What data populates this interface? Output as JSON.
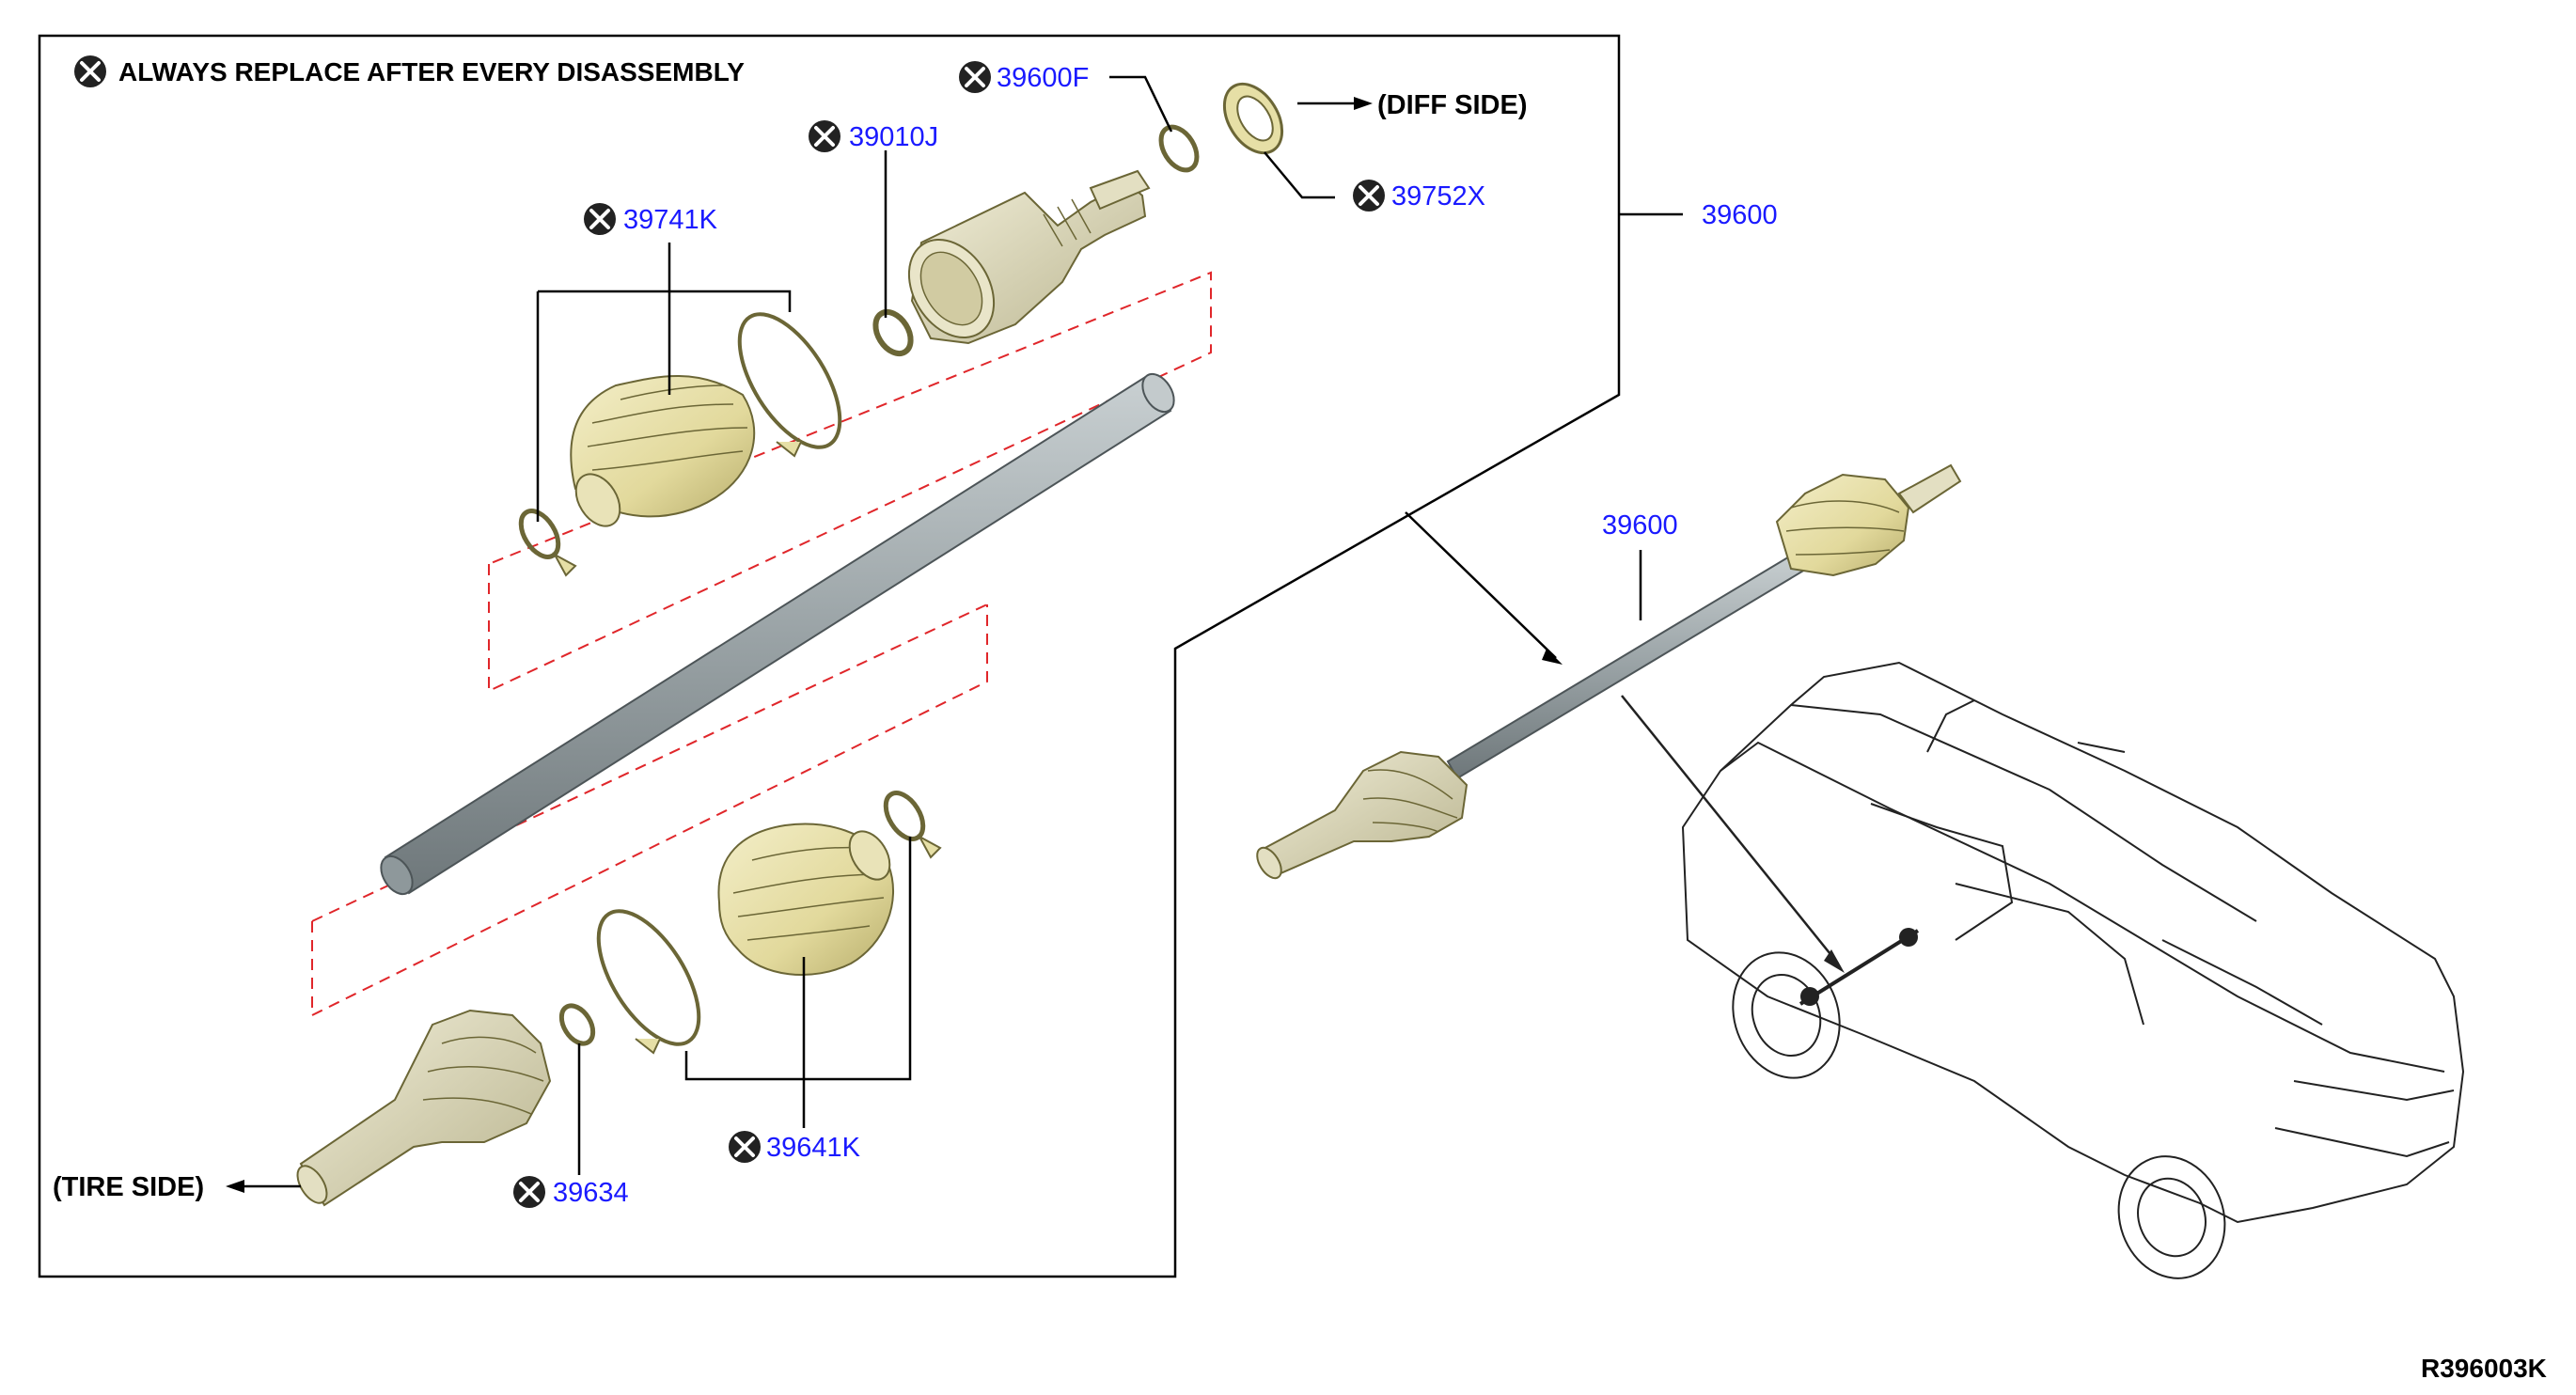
{
  "diagram": {
    "note": "ALWAYS REPLACE AFTER EVERY DISASSEMBLY",
    "figure_code": "R396003K",
    "directions": {
      "diff_side": "(DIFF SIDE)",
      "tire_side": "(TIRE SIDE)"
    },
    "parts": {
      "p39600F": "39600F",
      "p39010J": "39010J",
      "p39741K": "39741K",
      "p39752X": "39752X",
      "p39600_top": "39600",
      "p39600_shaft": "39600",
      "p39641K": "39641K",
      "p39634": "39634"
    },
    "colors": {
      "boot": "#e6dfa6",
      "boot_stroke": "#6b6636",
      "joint_housing": "#dcd8b8",
      "shaft": "#9aa3a6",
      "callout_blue": "#1a1aff",
      "dashed_red": "#e0262a"
    },
    "icons": {
      "replace_marker": "x-circle-icon"
    }
  }
}
